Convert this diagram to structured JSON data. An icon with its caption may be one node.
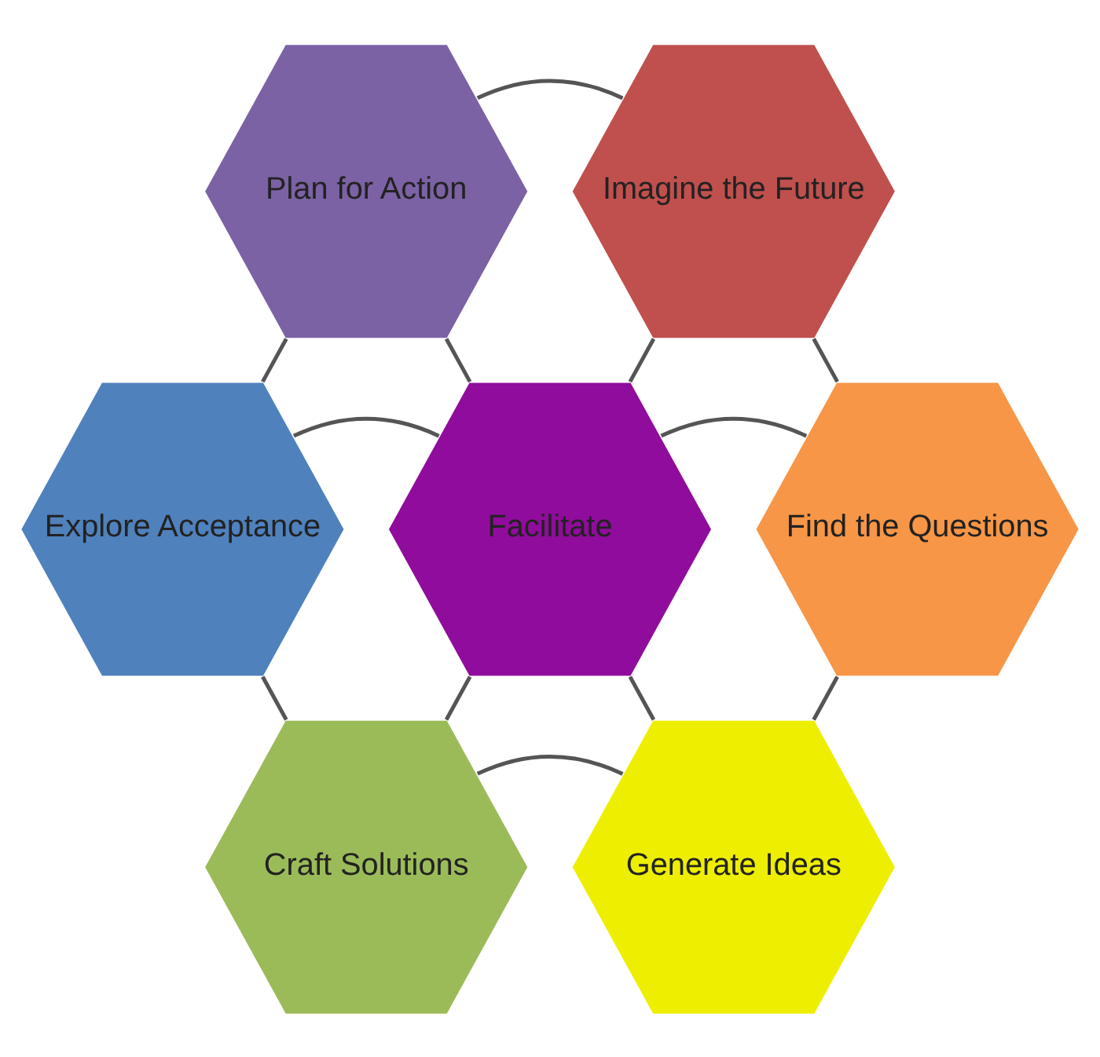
{
  "diagram": {
    "nodes": [
      {
        "text": [
          "Plan for Action"
        ]
      },
      {
        "text": [
          "Imagine the Future"
        ]
      },
      {
        "text": [
          "Explore Acceptance"
        ]
      },
      {
        "text": [
          "Facilitate"
        ]
      },
      {
        "text": [
          "Find the Questions"
        ]
      },
      {
        "text": [
          "Craft Solutions"
        ]
      },
      {
        "text": [
          "Generate Ideas"
        ]
      }
    ],
    "edges": [
      {
        "from": 0,
        "to": 1,
        "arrow": "none"
      },
      {
        "from": 1,
        "to": 4,
        "arrow": "none"
      },
      {
        "from": 4,
        "to": 6,
        "arrow": "none"
      },
      {
        "from": 6,
        "to": 5,
        "arrow": "none"
      },
      {
        "from": 5,
        "to": 2,
        "arrow": "none"
      },
      {
        "from": 2,
        "to": 0,
        "arrow": "none"
      },
      {
        "from": 3,
        "to": 0,
        "arrow": "none"
      },
      {
        "from": 3,
        "to": 1,
        "arrow": "none"
      },
      {
        "from": 3,
        "to": 4,
        "arrow": "none"
      },
      {
        "from": 3,
        "to": 6,
        "arrow": "none"
      },
      {
        "from": 3,
        "to": 5,
        "arrow": "none"
      },
      {
        "from": 3,
        "to": 2,
        "arrow": "none"
      }
    ]
  }
}
